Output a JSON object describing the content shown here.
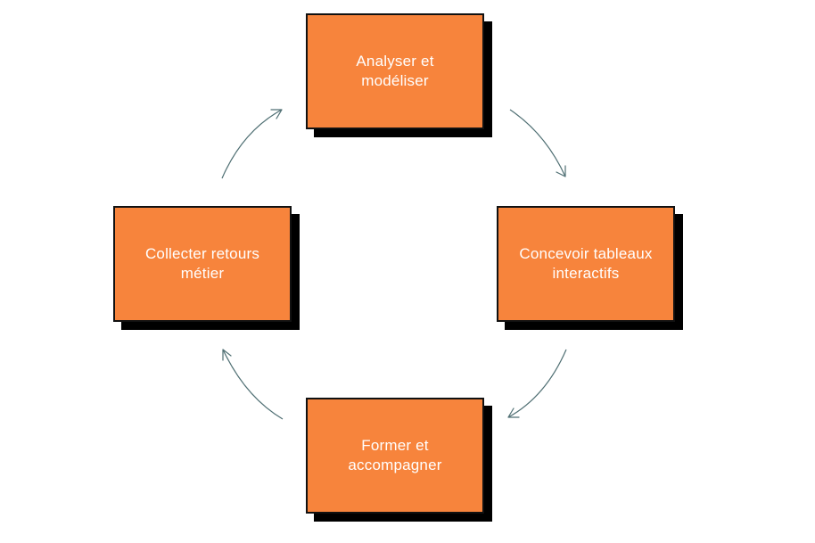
{
  "colors": {
    "box_fill": "#F7843C",
    "arrow": "#4F6F73"
  },
  "diagram": {
    "steps": [
      {
        "id": "top",
        "label": "Analyser et\nmodéliser"
      },
      {
        "id": "right",
        "label": "Concevoir tableaux\ninteractifs"
      },
      {
        "id": "bottom",
        "label": "Former et\naccompagner"
      },
      {
        "id": "left",
        "label": "Collecter retours\nmétier"
      }
    ],
    "flow": [
      "top",
      "right",
      "bottom",
      "left",
      "top"
    ]
  }
}
